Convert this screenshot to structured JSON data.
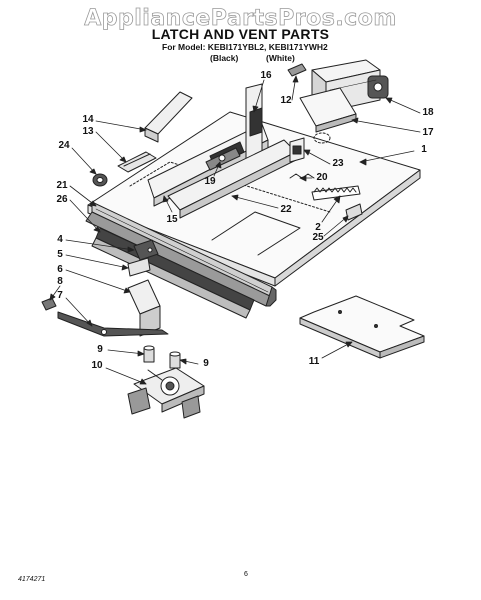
{
  "watermark": "AppliancePartsPros.com",
  "title": "LATCH AND VENT PARTS",
  "model_line": "For Model: KEBI171YBL2, KEBI171YWH2",
  "variants": [
    "(Black)",
    "(White)"
  ],
  "footer": {
    "code": "4174271",
    "page": "6"
  },
  "callouts": [
    {
      "id": "1",
      "label": "1"
    },
    {
      "id": "2",
      "label": "2"
    },
    {
      "id": "4",
      "label": "4"
    },
    {
      "id": "5",
      "label": "5"
    },
    {
      "id": "6",
      "label": "6"
    },
    {
      "id": "7",
      "label": "7"
    },
    {
      "id": "8",
      "label": "8"
    },
    {
      "id": "9a",
      "label": "9"
    },
    {
      "id": "9b",
      "label": "9"
    },
    {
      "id": "10",
      "label": "10"
    },
    {
      "id": "11",
      "label": "11"
    },
    {
      "id": "12",
      "label": "12"
    },
    {
      "id": "13",
      "label": "13"
    },
    {
      "id": "14",
      "label": "14"
    },
    {
      "id": "15",
      "label": "15"
    },
    {
      "id": "16",
      "label": "16"
    },
    {
      "id": "17",
      "label": "17"
    },
    {
      "id": "18",
      "label": "18"
    },
    {
      "id": "19",
      "label": "19"
    },
    {
      "id": "20",
      "label": "20"
    },
    {
      "id": "21",
      "label": "21"
    },
    {
      "id": "22",
      "label": "22"
    },
    {
      "id": "23",
      "label": "23"
    },
    {
      "id": "24",
      "label": "24"
    },
    {
      "id": "25",
      "label": "25"
    },
    {
      "id": "26",
      "label": "26"
    }
  ]
}
